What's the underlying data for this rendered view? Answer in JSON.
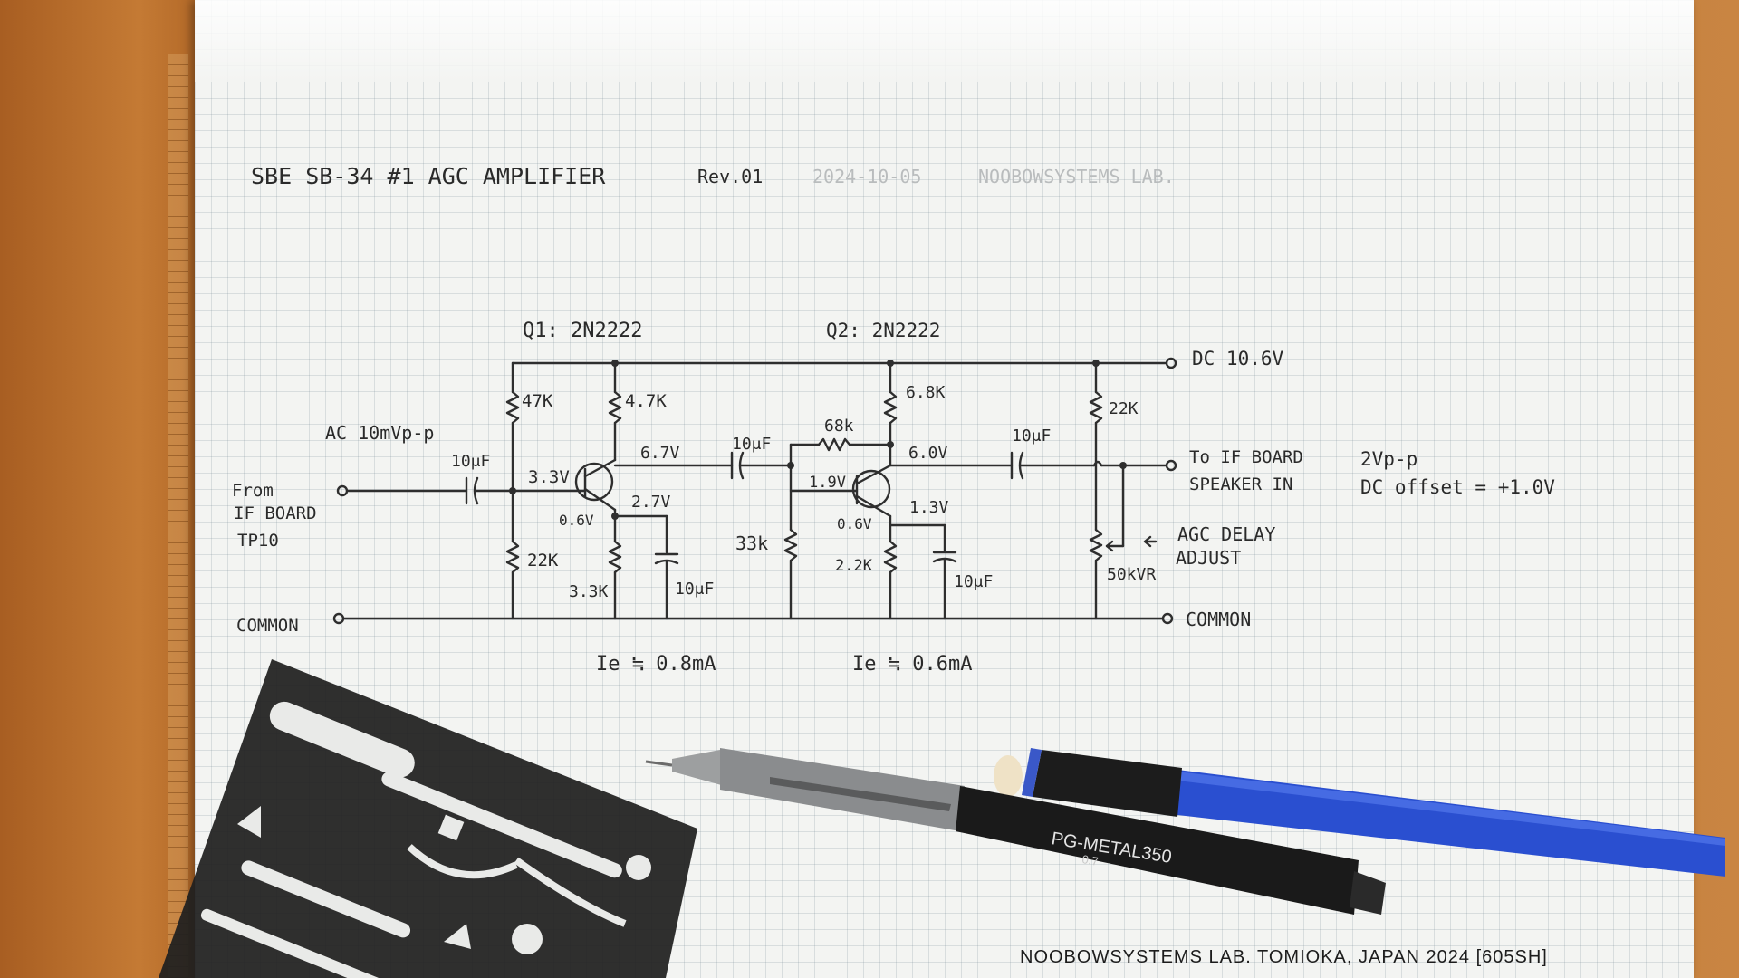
{
  "title": {
    "main": "SBE SB-34 #1  AGC AMPLIFIER",
    "rev": "Rev.01",
    "date": "2024-10-05",
    "lab": "NOOBOWSYSTEMS LAB."
  },
  "labels": {
    "q1": "Q1: 2N2222",
    "q2": "Q2: 2N2222",
    "dc_supply": "DC 10.6V",
    "ac_input": "AC 10mVp-p",
    "from1": "From",
    "from2": "IF BOARD",
    "from3": "TP10",
    "common_left": "COMMON",
    "common_right": "COMMON",
    "to1": "To IF BOARD",
    "to2": "SPEAKER IN",
    "out_level": "2Vp-p",
    "out_offset": "DC offset = +1.0V",
    "agc1": "AGC DELAY",
    "agc2": "ADJUST",
    "ie1": "Ie ≒ 0.8mA",
    "ie2": "Ie ≒ 0.6mA"
  },
  "components": {
    "r47k": "47K",
    "r4_7k": "4.7K",
    "r22k_q1": "22K",
    "r3_3k": "3.3K",
    "c_in": "10μF",
    "c_e1": "10μF",
    "c_couple": "10μF",
    "r68k": "68k",
    "r6_8k": "6.8K",
    "r33k": "33k",
    "r2_2k": "2.2K",
    "c_e2": "10μF",
    "c_out": "10μF",
    "r22k_out": "22K",
    "vr50k": "50kVR"
  },
  "voltages": {
    "q1_base": "3.3V",
    "q1_collector": "6.7V",
    "q1_emitter": "2.7V",
    "q1_vbe": "0.6V",
    "q2_base": "1.9V",
    "q2_collector": "6.0V",
    "q2_emitter": "1.3V",
    "q2_vbe": "0.6V"
  },
  "watermark": "NOOBOWSYSTEMS LAB. TOMIOKA, JAPAN 2024 [605SH]",
  "pencil_brand": "PG-METAL350",
  "pencil_spec": "0.7",
  "colors": {
    "ink": "#2e2e2e",
    "paper": "#f3f4f2",
    "desk": "#c47a34",
    "pen_blue": "#2a4fd0"
  }
}
